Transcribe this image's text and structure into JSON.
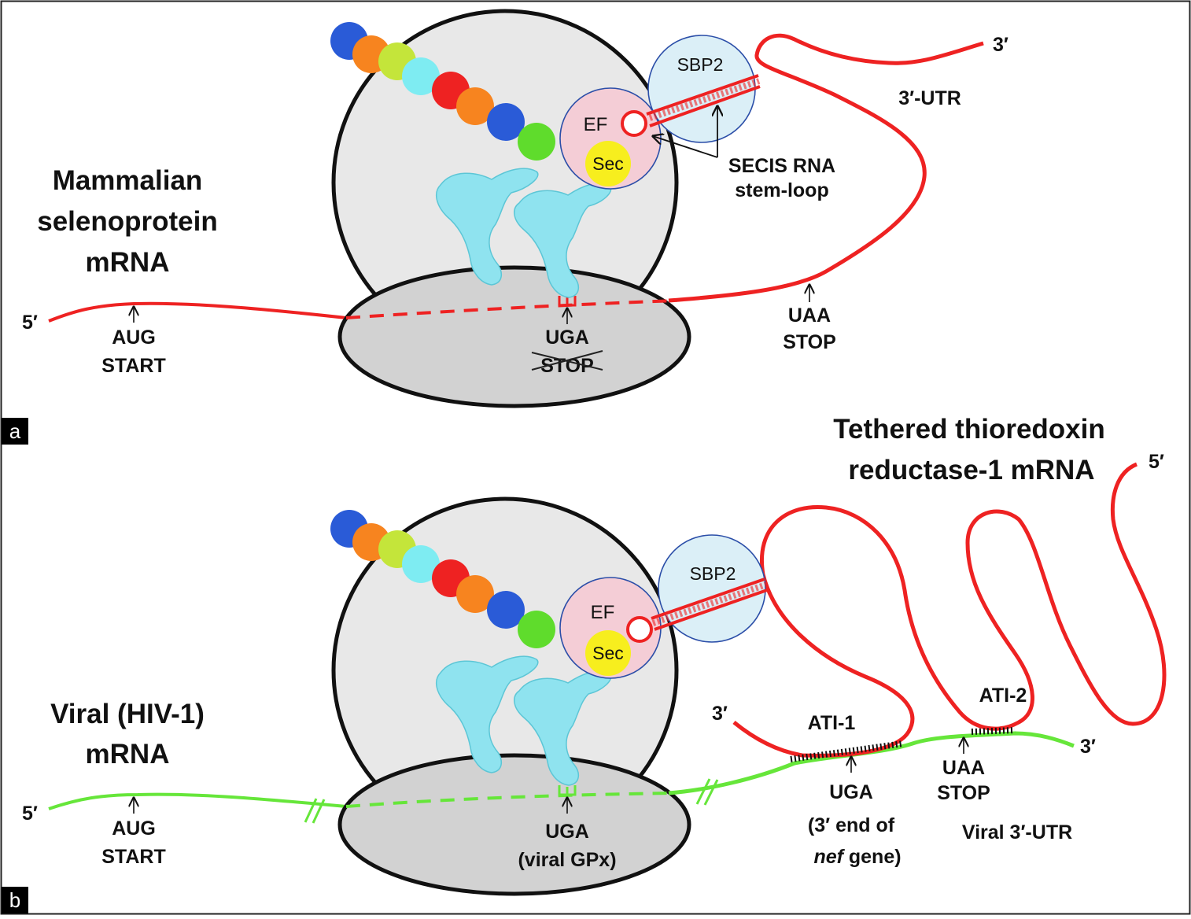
{
  "colors": {
    "mrna_mammalian": "#ee2222",
    "mrna_viral": "#66e63a",
    "ribosome_large": "#e8e8e8",
    "ribosome_small": "#d2d2d2",
    "ef": "#f4cdd6",
    "sbp2": "#dbeff7",
    "sec": "#f7ee1e",
    "trna": "#8fe3ef",
    "start_text": "#4ddc2c",
    "stop_text": "#ee2222",
    "beads": [
      "#2a5bd7",
      "#f7841f",
      "#c4e53a",
      "#7eecf2",
      "#ee2222",
      "#f7841f",
      "#2a5bd7",
      "#5fdc2c"
    ]
  },
  "panel_a": {
    "tag": "a",
    "title_lines": [
      "Mammalian",
      "selenoprotein",
      "mRNA"
    ],
    "five_prime": "5′",
    "three_prime": "3′",
    "aug": "AUG",
    "start": "START",
    "uga": "UGA",
    "uga_stop_crossed": "STOP",
    "uaa": "UAA",
    "stop": "STOP",
    "utr": "3′-UTR",
    "ef": "EF",
    "sec": "Sec",
    "sbp2": "SBP2",
    "secis_lines": [
      "SECIS RNA",
      "stem-loop"
    ]
  },
  "panel_b": {
    "tag": "b",
    "title_lines": [
      "Viral (HIV-1)",
      "mRNA"
    ],
    "tethered_lines": [
      "Tethered thioredoxin",
      "reductase-1 mRNA"
    ],
    "five_prime": "5′",
    "three_prime_left": "3′",
    "three_prime_right": "3′",
    "five_prime_top": "5′",
    "aug": "AUG",
    "start": "START",
    "uga": "UGA",
    "uga_sub": "(viral GPx)",
    "ef": "EF",
    "sec": "Sec",
    "sbp2": "SBP2",
    "ati1": "ATI-1",
    "ati2": "ATI-2",
    "uga2": "UGA",
    "nef_line1": "(3′ end of",
    "nef_italic": "nef",
    "nef_rest": " gene)",
    "uaa": "UAA",
    "stop": "STOP",
    "viral_utr": "Viral 3′-UTR"
  }
}
